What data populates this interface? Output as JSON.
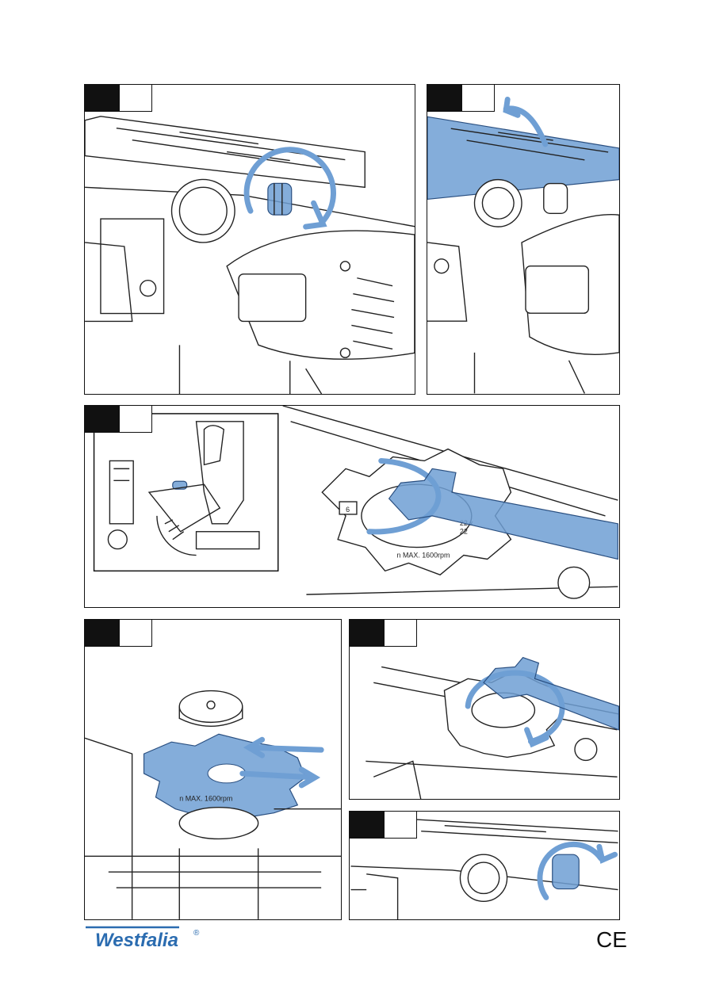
{
  "panels": [
    {
      "id": "p1",
      "number": "",
      "description": "knob"
    },
    {
      "id": "p2",
      "number": "",
      "description": "cover"
    },
    {
      "id": "p3",
      "number": "",
      "description": "wrench"
    },
    {
      "id": "p4",
      "number": "",
      "description": "blade"
    },
    {
      "id": "p5",
      "number": "",
      "description": "tighten"
    },
    {
      "id": "p6",
      "number": "",
      "description": "knob2"
    }
  ],
  "blade": {
    "rpm_label": "n MAX. 1600rpm",
    "spec_a": "22 x",
    "spec_b": "22",
    "mark": "6"
  },
  "brand": {
    "name": "Westfalia",
    "registered": "®",
    "mark": "CE"
  },
  "colors": {
    "accent": "#6f9fd4",
    "outline": "#111111",
    "logo": "#2b6cb0"
  }
}
